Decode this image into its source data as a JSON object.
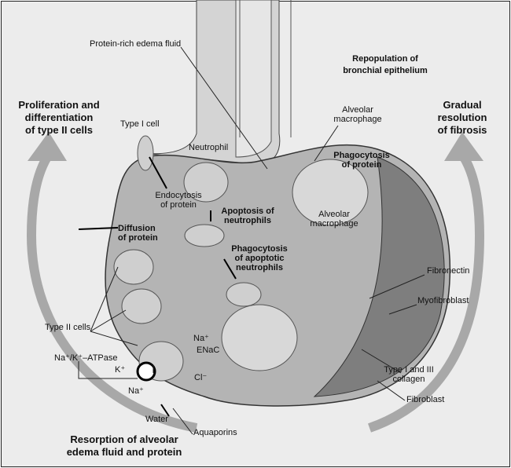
{
  "labels": {
    "protein_rich_edema": "Protein-rich edema fluid",
    "repopulation": [
      "Repopulation of",
      "bronchial epithelium"
    ],
    "proliferation": [
      "Proliferation and",
      "differentiation",
      "of type II cells"
    ],
    "gradual": [
      "Gradual",
      "resolution",
      "of fibrosis"
    ],
    "alveolar_macrophage_top": [
      "Alveolar",
      "macrophage"
    ],
    "type1_cell": "Type I cell",
    "neutrophil": "Neutrophil",
    "phago_protein": [
      "Phagocytosis",
      "of protein"
    ],
    "endocytosis": [
      "Endocytosis",
      "of protein"
    ],
    "alveolar_macrophage_mid": [
      "Alveolar",
      "macrophage"
    ],
    "apoptosis": [
      "Apoptosis of",
      "neutrophils"
    ],
    "diffusion": [
      "Diffusion",
      "of protein"
    ],
    "phago_apoptotic": [
      "Phagocytosis",
      "of apoptotic",
      "neutrophils"
    ],
    "fibronectin": "Fibronectin",
    "myofibroblast": "Myofibroblast",
    "type2_cells": "Type II cells",
    "na_top": "Na⁺",
    "enac": "ENaC",
    "atpase": "Na⁺/K⁺–ATPase",
    "k": "K⁺",
    "cl": "Cl⁻",
    "na_bottom": "Na⁺",
    "water": "Water",
    "aquaporins": "Aquaporins",
    "collagen": [
      "Type I and III",
      "collagen"
    ],
    "fibroblast": "Fibroblast",
    "resorption": [
      "Resorption of alveolar",
      "edema fluid and protein"
    ]
  },
  "colors": {
    "background": "#ececec",
    "arrow": "#a8a8a8",
    "alveolus": "#b4b4b4"
  }
}
